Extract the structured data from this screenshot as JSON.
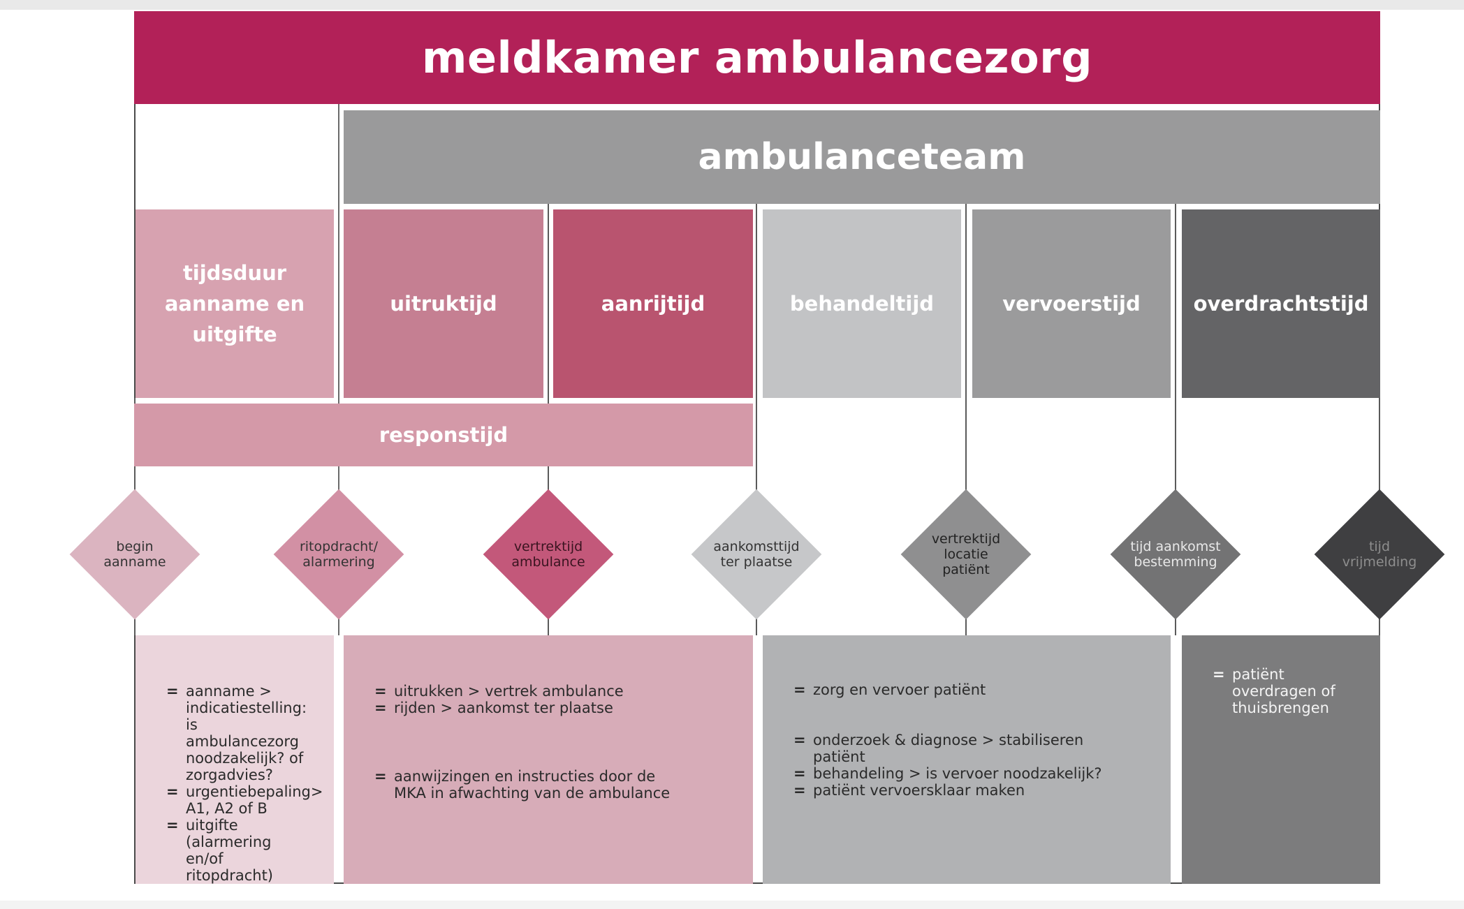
{
  "title": "meldkamer ambulancezorg",
  "team": "ambulanceteam",
  "phases": [
    {
      "label": "tijdsduur aanname en uitgifte"
    },
    {
      "label": "uitruktijd"
    },
    {
      "label": "aanrijtijd"
    },
    {
      "label": "behandeltijd"
    },
    {
      "label": "vervoerstijd"
    },
    {
      "label": "overdrachtstijd"
    }
  ],
  "responstijd": "responstijd",
  "milestones": [
    {
      "label": "begin aanname"
    },
    {
      "label": "ritopdracht/ alarmering"
    },
    {
      "label": "vertrektijd ambulance"
    },
    {
      "label": "aankomsttijd ter plaatse"
    },
    {
      "label": "vertrektijd locatie patiënt"
    },
    {
      "label": "tijd aankomst bestemming"
    },
    {
      "label": "tijd vrijmelding"
    }
  ],
  "details": [
    {
      "items": [
        "aanname > indicatiestelling: is ambulancezorg noodzakelijk? of zorgadvies?",
        "urgentiebepaling> A1, A2 of B",
        "uitgifte (alarmering en/of ritopdracht)"
      ]
    },
    {
      "items": [
        "uitrukken > vertrek ambulance",
        "rijden > aankomst ter plaatse",
        "aanwijzingen en instructies door de MKA in afwachting van de ambulance"
      ]
    },
    {
      "items": [
        "zorg en vervoer patiënt",
        "onderzoek & diagnose > stabiliseren patiënt",
        "behandeling > is vervoer noodzakelijk?",
        "patiënt vervoersklaar maken"
      ]
    },
    {
      "items": [
        "patiënt overdragen of thuisbrengen"
      ]
    }
  ],
  "colors": {
    "brand": "#b22158",
    "team_grey": "#9a9a9b",
    "phase_colors": [
      "#d7a2b0",
      "#c57f92",
      "#b9546f",
      "#c2c3c5",
      "#9b9b9c",
      "#646466"
    ],
    "diamond_colors": [
      "#dbb4c0",
      "#d290a4",
      "#c3587a",
      "#c6c7c9",
      "#8f8f90",
      "#737374",
      "#3f3f41"
    ],
    "detail_colors": [
      "#ebd5dc",
      "#d7acb8",
      "#b1b2b4",
      "#7c7c7d"
    ]
  }
}
